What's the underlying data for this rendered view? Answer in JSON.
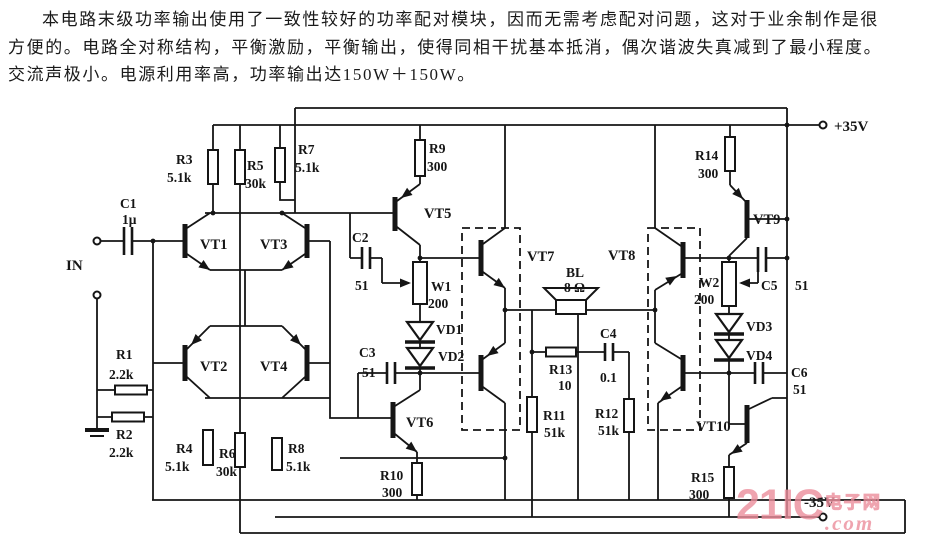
{
  "description": {
    "line1": "本电路末级功率输出使用了一致性较好的功率配对模块，因而无需考虑配对问题，这对于业余制作是很",
    "line2": "方便的。电路全对称结构，平衡激励，平衡输出，使得同相干扰基本抵消，偶次谐波失真减到了最小程度。",
    "line3": "交流声极小。电源利用率高，功率输出达150W＋150W。"
  },
  "schematic": {
    "terminals": {
      "input": "IN",
      "vplus": "+35V",
      "vminus": "-35V"
    },
    "components": {
      "c1": {
        "ref": "C1",
        "value": "1μ"
      },
      "c2": {
        "ref": "C2",
        "value": "51"
      },
      "c3": {
        "ref": "C3",
        "value": "51"
      },
      "c4": {
        "ref": "C4",
        "value": "0.1"
      },
      "c5": {
        "ref": "C5",
        "value": "51"
      },
      "c6": {
        "ref": "C6",
        "value": "51"
      },
      "r1": {
        "ref": "R1",
        "value": "2.2k"
      },
      "r2": {
        "ref": "R2",
        "value": "2.2k"
      },
      "r3": {
        "ref": "R3",
        "value": "5.1k"
      },
      "r4": {
        "ref": "R4",
        "value": "5.1k"
      },
      "r5": {
        "ref": "R5",
        "value": "30k"
      },
      "r6": {
        "ref": "R6",
        "value": "30k"
      },
      "r7": {
        "ref": "R7",
        "value": "5.1k"
      },
      "r8": {
        "ref": "R8",
        "value": "5.1k"
      },
      "r9": {
        "ref": "R9",
        "value": "300"
      },
      "r10": {
        "ref": "R10",
        "value": "300"
      },
      "r11": {
        "ref": "R11",
        "value": "51k"
      },
      "r12": {
        "ref": "R12",
        "value": "51k"
      },
      "r13": {
        "ref": "R13",
        "value": "10"
      },
      "r14": {
        "ref": "R14",
        "value": "300"
      },
      "r15": {
        "ref": "R15",
        "value": "300"
      },
      "w1": {
        "ref": "W1",
        "value": "200"
      },
      "w2": {
        "ref": "W2",
        "value": "200"
      },
      "vd1": {
        "ref": "VD1"
      },
      "vd2": {
        "ref": "VD2"
      },
      "vd3": {
        "ref": "VD3"
      },
      "vd4": {
        "ref": "VD4"
      },
      "vt1": {
        "ref": "VT1"
      },
      "vt2": {
        "ref": "VT2"
      },
      "vt3": {
        "ref": "VT3"
      },
      "vt4": {
        "ref": "VT4"
      },
      "vt5": {
        "ref": "VT5"
      },
      "vt6": {
        "ref": "VT6"
      },
      "vt7": {
        "ref": "VT7"
      },
      "vt8": {
        "ref": "VT8"
      },
      "vt9": {
        "ref": "VT9"
      },
      "vt10": {
        "ref": "VT10"
      },
      "bl": {
        "ref": "BL",
        "value": "8 Ω"
      }
    },
    "watermark": {
      "brand": "21IC",
      "suffix": ".com",
      "site": "电子网"
    },
    "colors": {
      "ink": "#151515",
      "watermark_pink": "#ec8e9c"
    }
  }
}
